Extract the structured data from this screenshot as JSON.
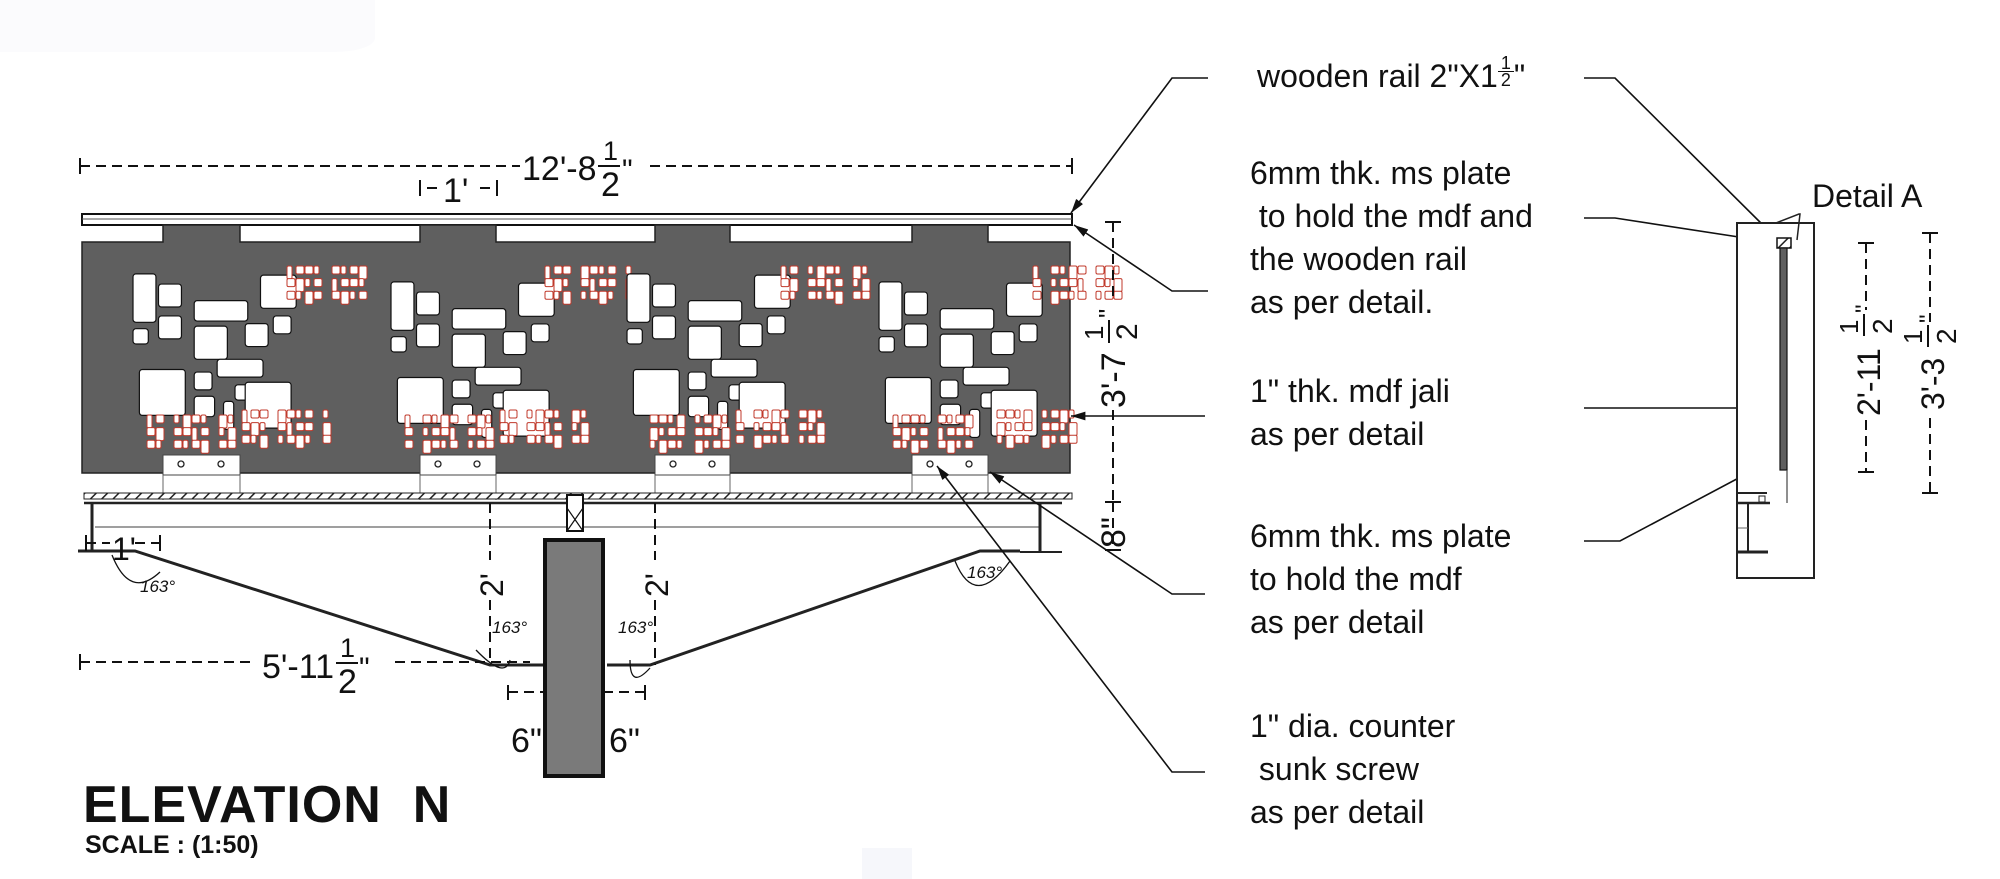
{
  "drawing": {
    "title": "ELEVATION  N",
    "scale_label": "SCALE : (1:50)",
    "detail_label": "Detail A"
  },
  "dimensions": {
    "overall_length": {
      "main": "12'-8",
      "frac_num": "1",
      "frac_den": "2",
      "unit": "\""
    },
    "panel_spacing": "1'",
    "panel_height": {
      "main": "3'-7",
      "frac_num": "1",
      "frac_den": "2",
      "unit": "\""
    },
    "base_height": "8\"",
    "bracket_offset": "1'",
    "bracket_span": {
      "main": "5'-11",
      "frac_num": "1",
      "frac_den": "2",
      "unit": "\""
    },
    "drop_left": "2'",
    "drop_right": "2'",
    "post_offset_left": "6\"",
    "post_offset_right": "6\"",
    "detail_height_inner": {
      "main": "2'-11",
      "frac_num": "1",
      "frac_den": "2",
      "unit": "\""
    },
    "detail_height_outer": {
      "main": "3'-3",
      "frac_num": "1",
      "frac_den": "2",
      "unit": "\""
    }
  },
  "angles": [
    "163°",
    "163°",
    "163°",
    "163°"
  ],
  "annotations": [
    {
      "id": "wooden-rail",
      "lines": [
        "wooden rail 2\"X1"
      ],
      "frac": {
        "num": "1",
        "den": "2",
        "suffix": "\""
      }
    },
    {
      "id": "ms-plate-top",
      "lines": [
        "6mm thk. ms plate",
        " to hold the mdf and",
        "the wooden rail",
        "as per detail."
      ]
    },
    {
      "id": "mdf-jali",
      "lines": [
        "1\" thk. mdf jali",
        "as per detail"
      ]
    },
    {
      "id": "ms-plate-bottom",
      "lines": [
        "6mm thk. ms plate",
        "to hold the mdf",
        "as per detail"
      ]
    },
    {
      "id": "screw",
      "lines": [
        "1\" dia. counter",
        " sunk screw",
        "as per detail"
      ]
    }
  ],
  "colors": {
    "panel": "#5f5f5f",
    "post": "#7a7a7a",
    "line": "#111111",
    "cutout_edge": "#c0392b"
  }
}
